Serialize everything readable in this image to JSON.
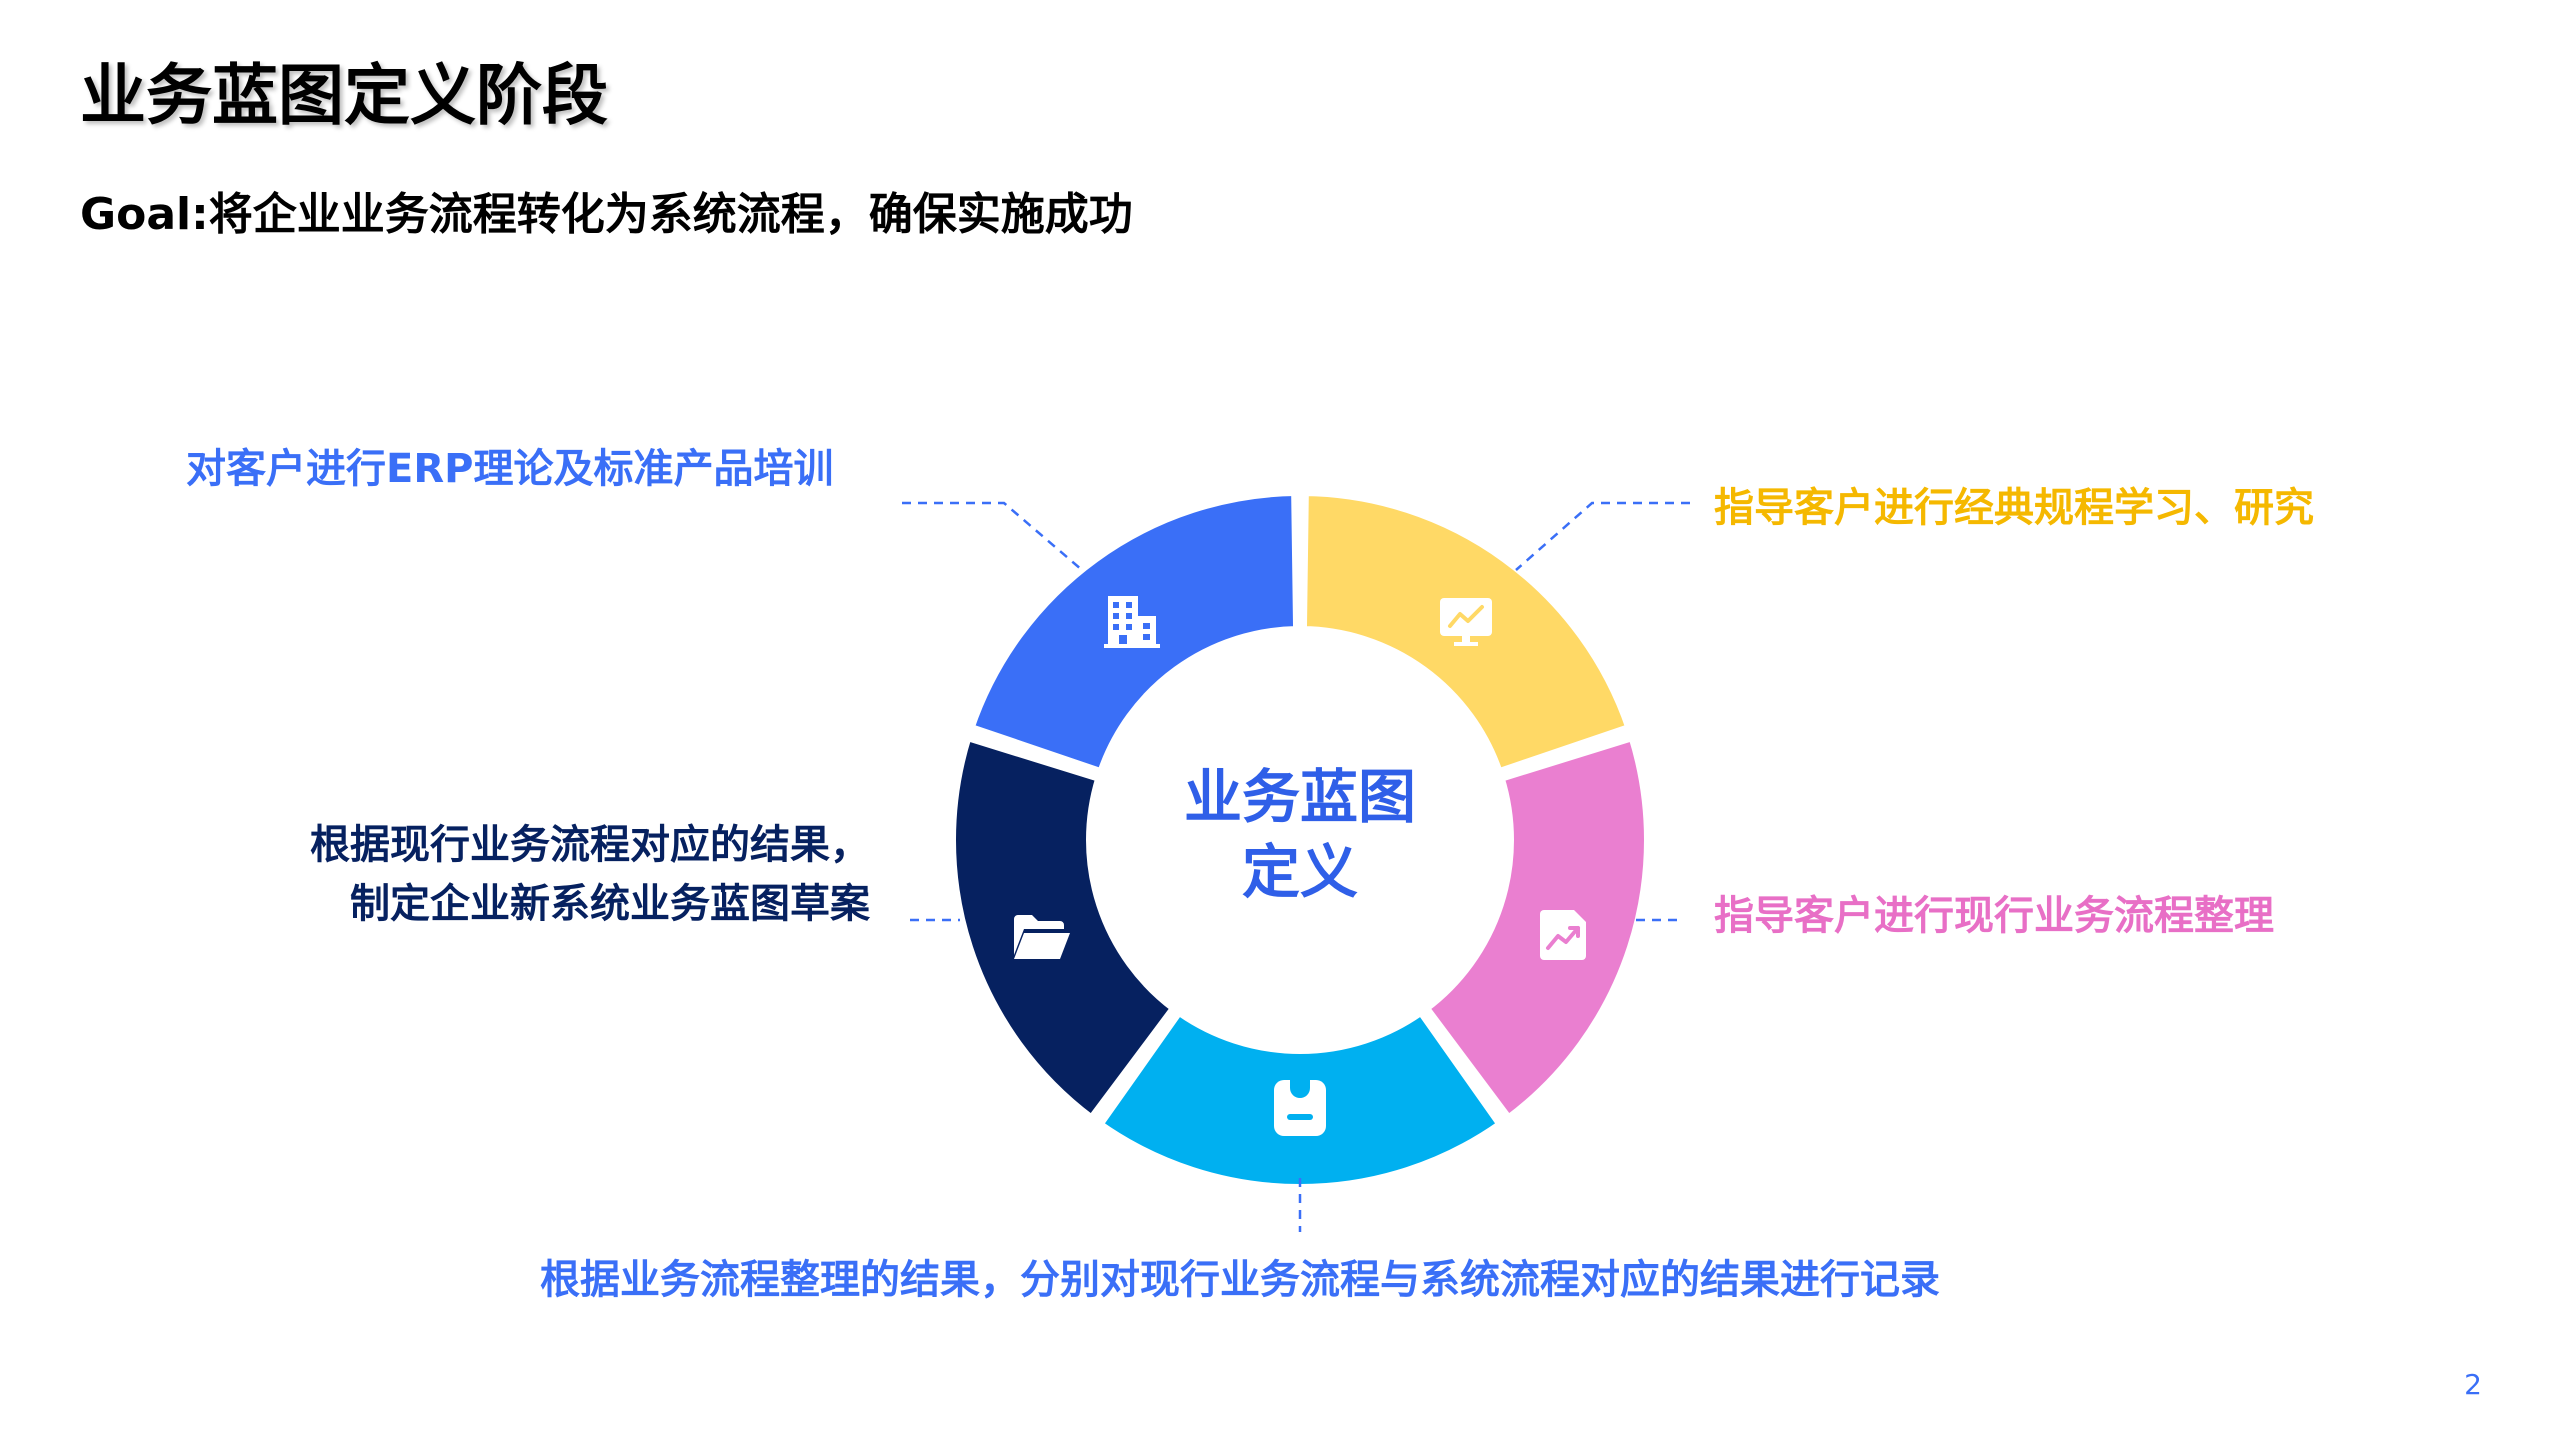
{
  "title": "业务蓝图定义阶段",
  "goal": "Goal:将企业业务流程转化为系统流程，确保实施成功",
  "center": {
    "line1": "业务蓝图",
    "line2": "定义"
  },
  "segments": [
    {
      "label": "对客户进行ERP理论及标准产品培训",
      "color": "#3a6ff7",
      "icon": "building-icon"
    },
    {
      "label": "指导客户进行经典规程学习、研究",
      "color": "#ffd966",
      "icon": "monitor-chart-icon"
    },
    {
      "label": "指导客户进行现行业务流程整理",
      "color": "#ea7fd0",
      "icon": "trend-chart-icon"
    },
    {
      "label": "根据业务流程整理的结果，分别对现行业务流程与系统流程对应的结果进行记录",
      "color": "#00b0f0",
      "icon": "clipboard-icon"
    },
    {
      "label_line1": "根据现行业务流程对应的结果，",
      "label_line2": "制定企业新系统业务蓝图草案",
      "color": "#062160",
      "icon": "folder-icon"
    }
  ],
  "page_number": "2"
}
